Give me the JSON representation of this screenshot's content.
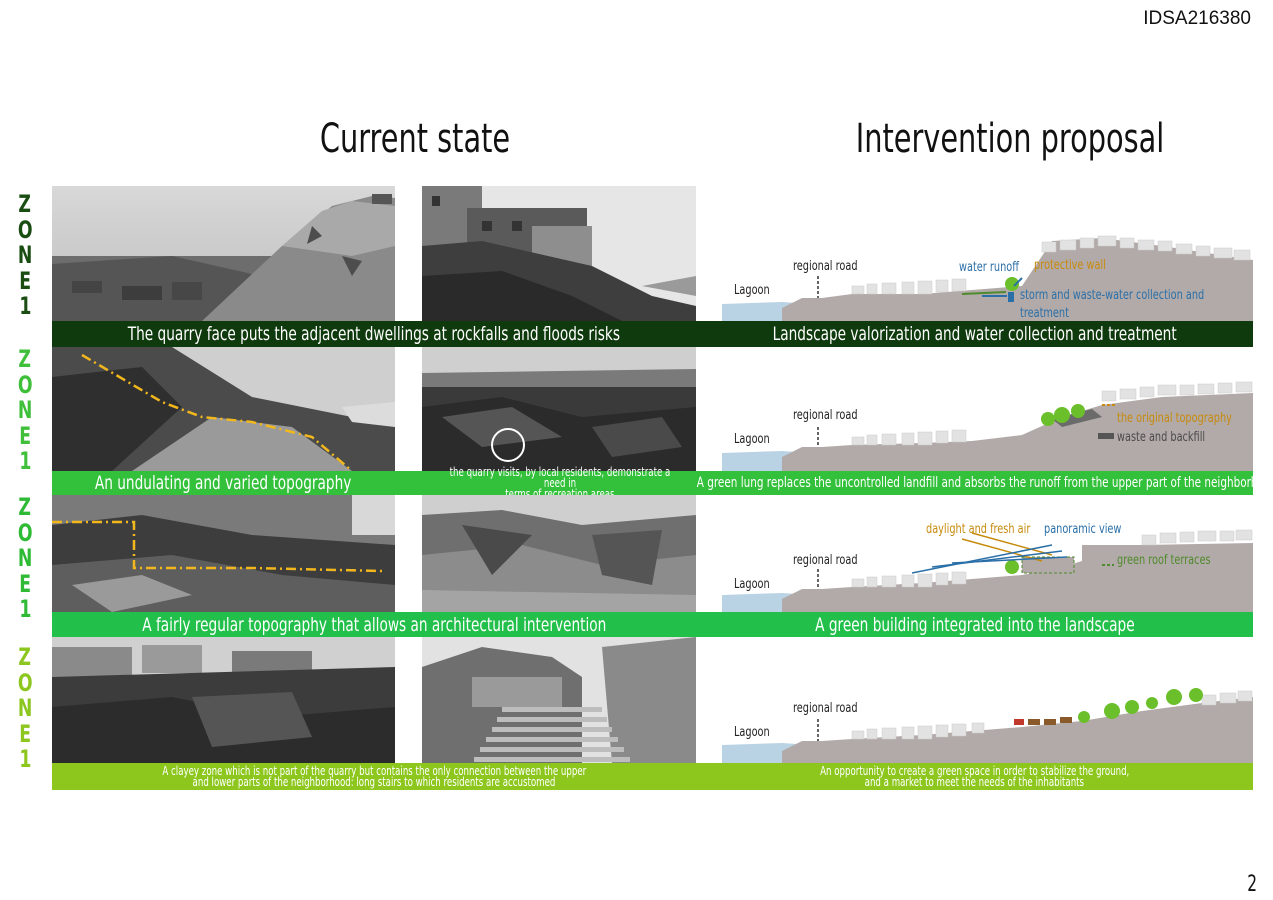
{
  "doc_id": "IDSA216380",
  "page_number": "2",
  "titles": {
    "current": "Current state",
    "proposal": "Intervention proposal"
  },
  "zones": [
    {
      "label": [
        "Z",
        "O",
        "N",
        "E",
        "1"
      ],
      "label_color": "#1a4d12",
      "caption_left": "The quarry face puts the adjacent dwellings at rockfalls and floods risks",
      "caption_right": "Landscape valorization and water collection and treatment",
      "bar_color": "#0f3a0d",
      "annotations": {
        "road": "regional road",
        "lagoon": "Lagoon",
        "water_runoff": "water runoff",
        "protective_wall": "protective wall",
        "storm_line1": "storm and waste-water collection and",
        "storm_line2": "treatment"
      }
    },
    {
      "label": [
        "Z",
        "O",
        "N",
        "E",
        "1"
      ],
      "label_color": "#3fbf3a",
      "caption_left": "An undulating and varied topography",
      "caption_mid_line1": "the quarry visits, by local residents, demonstrate a need in",
      "caption_mid_line2": "terms of recreation areas",
      "caption_right": "A green lung replaces the uncontrolled landfill and absorbs the runoff from the upper part of the neighborhood",
      "bar_color": "#33c03a",
      "annotations": {
        "road": "regional road",
        "lagoon": "Lagoon",
        "original_topography": "the original topography",
        "waste_backfill": "waste and backfill"
      }
    },
    {
      "label": [
        "Z",
        "O",
        "N",
        "E",
        "1"
      ],
      "label_color": "#2fba35",
      "caption_left": "A fairly regular topography that allows an architectural intervention",
      "caption_right": "A green building integrated into the landscape",
      "bar_color": "#22c04a",
      "annotations": {
        "road": "regional road",
        "lagoon": "Lagoon",
        "daylight": "daylight and fresh air",
        "panoramic": "panoramic view",
        "green_roof": "green roof terraces"
      }
    },
    {
      "label": [
        "Z",
        "O",
        "N",
        "E",
        "1"
      ],
      "label_color": "#8cc61e",
      "caption_left_line1": "A clayey zone which is not part of the quarry but  contains the only connection between the upper",
      "caption_left_line2": "and lower parts of the neighborhood: long stairs to which residents are accustomed",
      "caption_right_line1": "An opportunity to create a green space in order to stabilize the ground,",
      "caption_right_line2": "and a market to meet the needs of the inhabitants",
      "bar_color": "#8dc71e",
      "annotations": {
        "road": "regional road",
        "lagoon": "Lagoon"
      }
    }
  ],
  "colors": {
    "ground": "#b2aaa8",
    "water": "#b9d3e4",
    "blue_label": "#2a6fa8",
    "orange_label": "#c68a0d",
    "green_label": "#4f8a2c",
    "dark_label": "#222222"
  }
}
